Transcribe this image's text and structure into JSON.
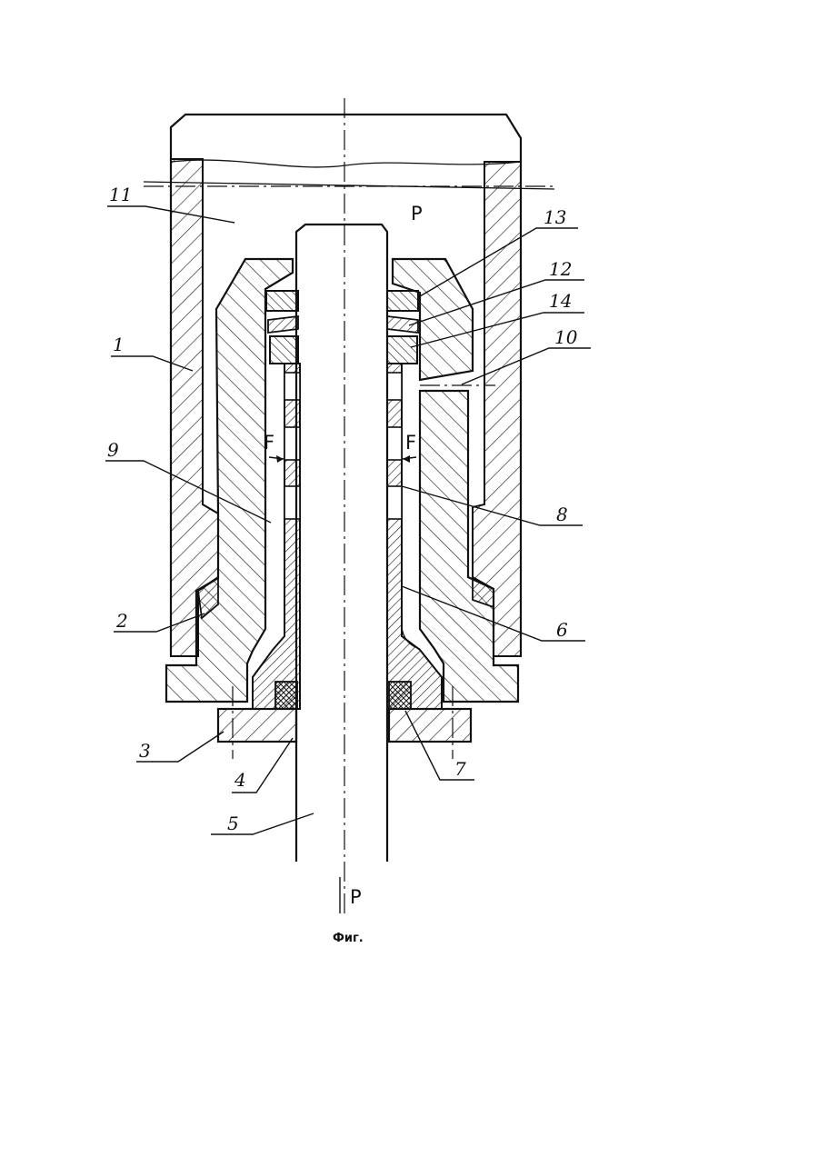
{
  "figure": {
    "caption": "Фиг.",
    "pressure_label_top": "P",
    "pressure_label_bottom": "P",
    "force_label_left": "F",
    "force_label_right": "F"
  },
  "callouts": [
    {
      "id": "1",
      "text": "1"
    },
    {
      "id": "2",
      "text": "2"
    },
    {
      "id": "3",
      "text": "3"
    },
    {
      "id": "4",
      "text": "4"
    },
    {
      "id": "5",
      "text": "5"
    },
    {
      "id": "6",
      "text": "6"
    },
    {
      "id": "7",
      "text": "7"
    },
    {
      "id": "8",
      "text": "8"
    },
    {
      "id": "9",
      "text": "9"
    },
    {
      "id": "10",
      "text": "10"
    },
    {
      "id": "11",
      "text": "11"
    },
    {
      "id": "12",
      "text": "12"
    },
    {
      "id": "13",
      "text": "13"
    },
    {
      "id": "14",
      "text": "14"
    }
  ]
}
